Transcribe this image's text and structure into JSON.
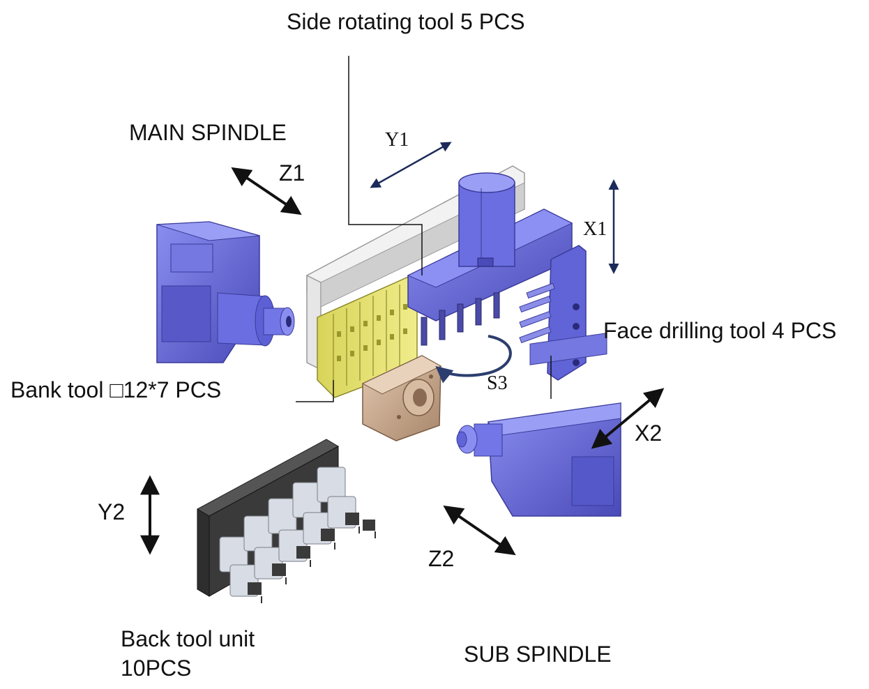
{
  "labels": {
    "side_rotating_tool": "Side rotating tool 5 PCS",
    "main_spindle": "MAIN SPINDLE",
    "z1": "Z1",
    "y1": "Y1",
    "x1": "X1",
    "face_drilling_tool": "Face drilling tool 4 PCS",
    "bank_tool": "Bank tool □12*7 PCS",
    "s3": "S3",
    "x2": "X2",
    "y2": "Y2",
    "z2": "Z2",
    "back_tool_line1": "Back tool unit",
    "back_tool_line2": "10PCS",
    "sub_spindle": "SUB SPINDLE"
  },
  "colors": {
    "machine_blue": "#6a6ee0",
    "machine_blue_dark": "#4646b4",
    "bank_tool_yellow": "#e2df6a",
    "workpiece_bronze": "#c7a88c",
    "back_tool_frame": "#3a3a3a",
    "back_tool_silver": "#d8dce4",
    "arrow": "#111111",
    "s3_arrow": "#2c3e6e"
  }
}
